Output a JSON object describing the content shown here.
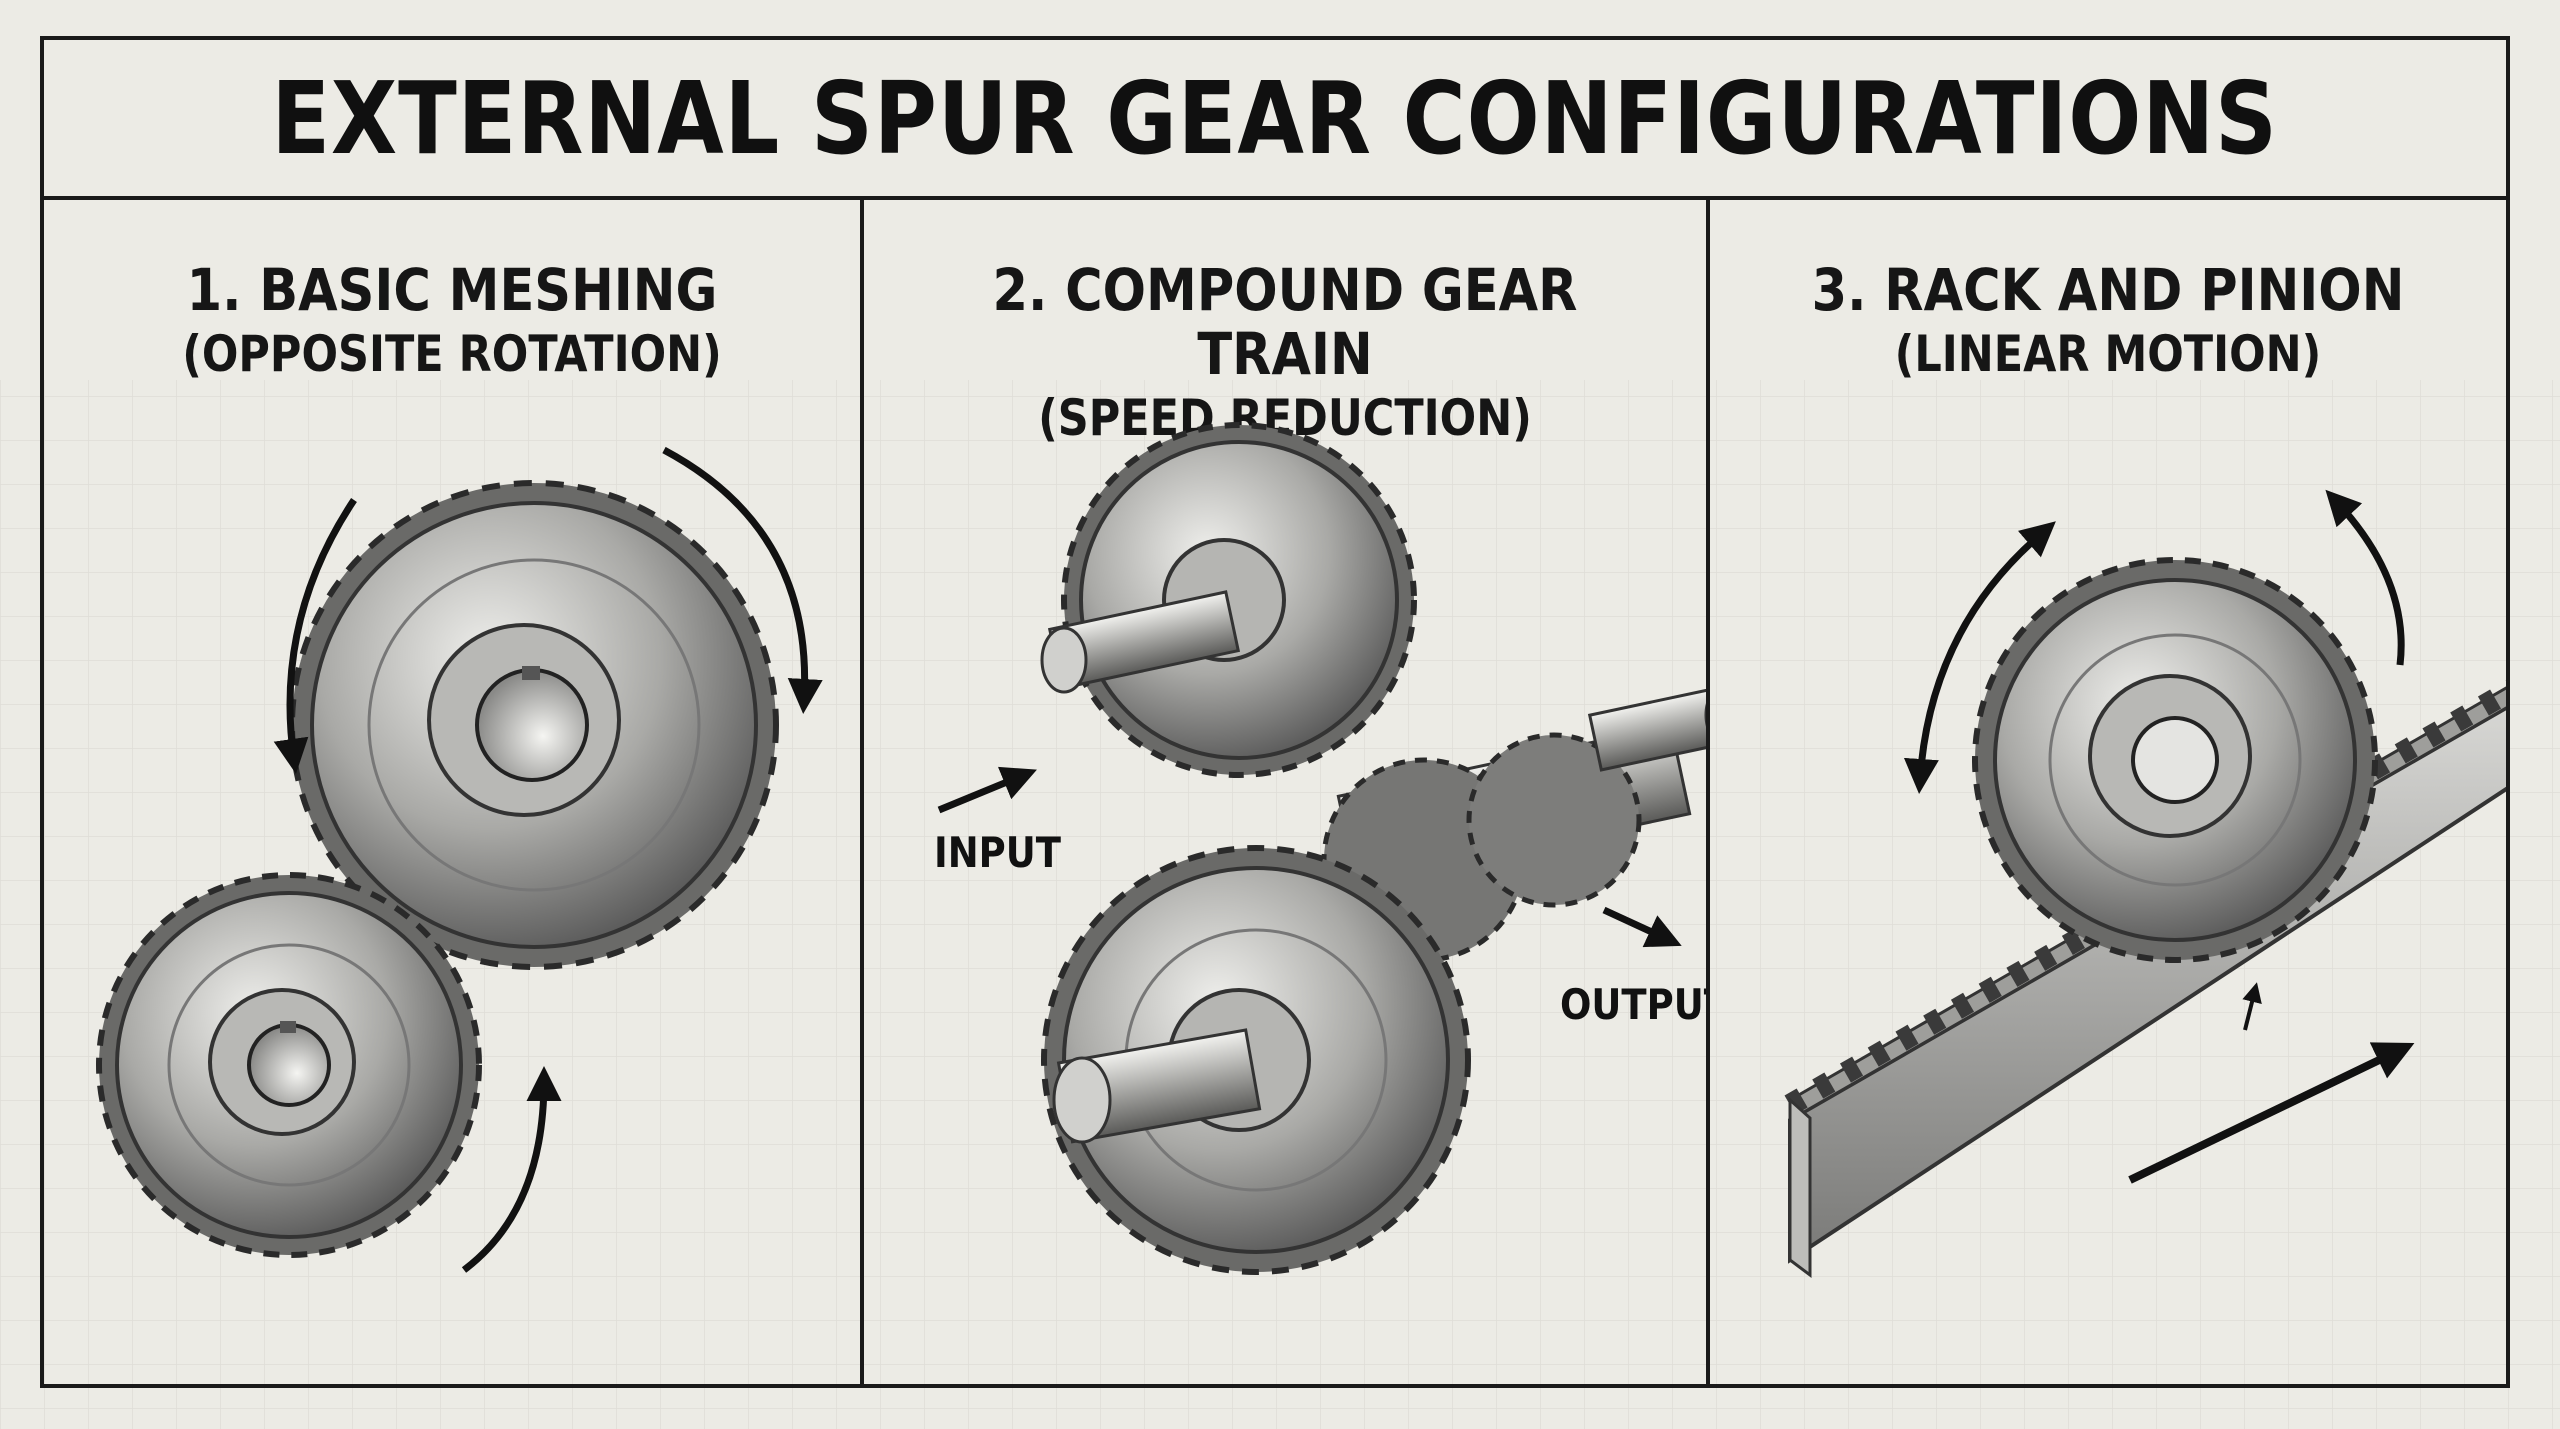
{
  "title": "EXTERNAL SPUR GEAR CONFIGURATIONS",
  "panels": [
    {
      "heading": "1. BASIC MESHING",
      "subheading": "(OPPOSITE ROTATION)"
    },
    {
      "heading": "2. COMPOUND GEAR TRAIN",
      "subheading": "(SPEED REDUCTION)",
      "callouts": {
        "input": "INPUT",
        "output": "OUTPUT"
      }
    },
    {
      "heading": "3. RACK AND PINION",
      "subheading": "(LINEAR MOTION)"
    }
  ],
  "colors": {
    "paper": "#ecebe5",
    "ink": "#161616",
    "grid": "#d6d5cf",
    "steel_light": "#d9d9d6",
    "steel_mid": "#9a9a98",
    "steel_dark": "#4a4a4a"
  }
}
